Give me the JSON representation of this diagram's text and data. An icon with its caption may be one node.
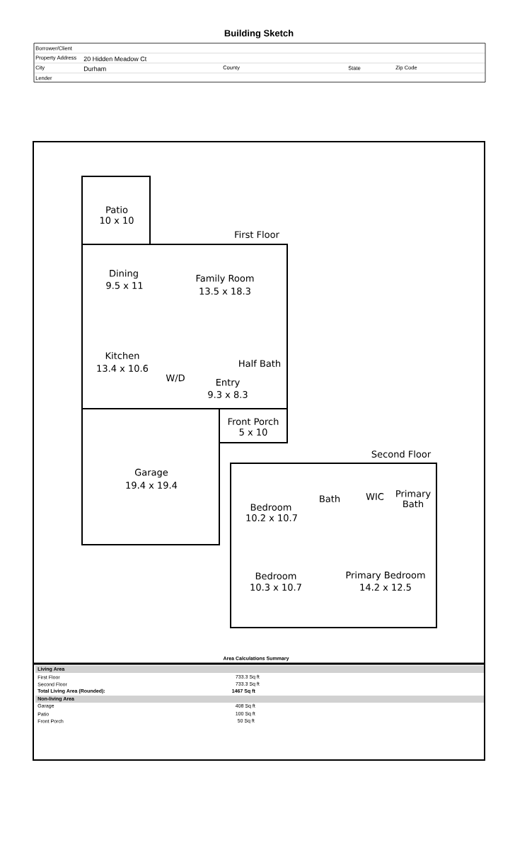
{
  "diagram": {
    "title": "Building Sketch",
    "nodes": [
      {
        "text": [
          "Patio",
          "10 x 10"
        ]
      },
      {
        "text": [
          "First Floor",
          "Dining",
          "9.5 x 11",
          "Family Room",
          "13.5 x 18.3",
          "Kitchen",
          "13.4 x 10.6",
          "W/D",
          "Half Bath",
          "Entry",
          "9.3 x 8.3"
        ]
      },
      {
        "text": [
          "Front Porch",
          "5 x 10"
        ]
      },
      {
        "text": [
          "Garage",
          "19.4 x 19.4"
        ]
      },
      {
        "text": [
          "Second Floor",
          "Bedroom",
          "10.2 x 10.7",
          "Bath",
          "WIC",
          "Primary Bath",
          "Bedroom",
          "10.3 x 10.7",
          "Primary Bedroom",
          "14.2 x 12.5"
        ]
      }
    ],
    "labels": [
      "Borrower/Client",
      "Property Address",
      "20 Hidden Meadow Ct",
      "City",
      "Durham",
      "County",
      "State",
      "Zip Code",
      "Lender",
      "Area Calculations Summary",
      "Living Area",
      "First Floor",
      "733.3 Sq ft",
      "Second Floor",
      "733.3 Sq ft",
      "Total Living Area (Rounded):",
      "1467 Sq ft",
      "Non-living Area",
      "Garage",
      "408 Sq ft",
      "Patio",
      "100 Sq ft",
      "Front Porch",
      "50 Sq ft"
    ]
  }
}
